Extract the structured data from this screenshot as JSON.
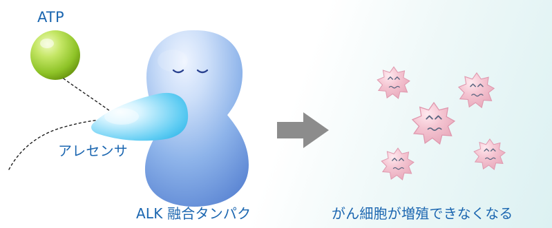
{
  "labels": {
    "atp": "ATP",
    "drug": "アレセンサ",
    "protein": "ALK 融合タンパク",
    "result": "がん細胞が増殖できなくなる"
  },
  "colors": {
    "label_text": "#1b66b0",
    "atp_ball": "#9ccc2f",
    "protein_body": "#7fa8e6",
    "inhibitor_drug": "#41bdec",
    "arrow": "#8c8c8c",
    "cancer_cells": "#efb8c7"
  },
  "icons": [
    "atp-molecule-icon",
    "alk-fusion-protein-icon",
    "alecensa-inhibitor-icon",
    "right-arrow-icon",
    "cancer-cell-icon"
  ]
}
